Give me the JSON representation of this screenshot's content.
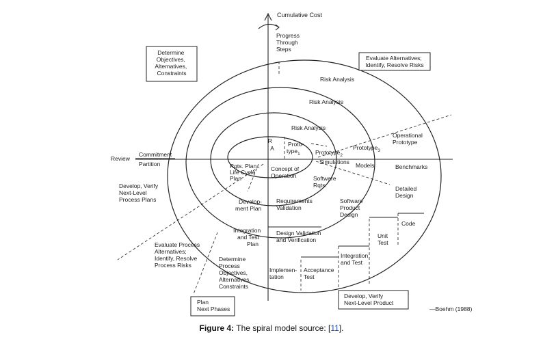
{
  "axis": {
    "vertical_label": "Cumulative Cost",
    "progress_label": [
      "Progress",
      "Through",
      "Steps"
    ],
    "review_label": "Review",
    "commitment_label": "Commitment",
    "partition_label": "Partition"
  },
  "quadrants": {
    "top_left": [
      "Determine",
      "Objectives,",
      "Alternatives,",
      "Constraints"
    ],
    "top_right": [
      "Evaluate Alternatives;",
      "Identify, Resolve Risks"
    ],
    "bottom_left": [
      "Plan",
      "Next Phases"
    ],
    "bottom_right": [
      "Develop, Verify",
      "Next-Level Product"
    ]
  },
  "side_notes": {
    "develop_verify_process": [
      "Develop, Verify",
      "Next-Level",
      "Process Plans"
    ],
    "evaluate_process": [
      "Evaluate Process",
      "Alternatives;",
      "Identify, Resolve",
      "Process Risks"
    ],
    "determine_process": [
      "Determine",
      "Process",
      "Objectives,",
      "Alternatives,",
      "Constraints"
    ]
  },
  "risk_analysis": [
    "Risk Analysis",
    "Risk Analysis",
    "Risk Analysis"
  ],
  "ra": [
    "R",
    "A"
  ],
  "prototypes": {
    "p1": "Proto-",
    "p1b": "type",
    "p1_sub": "1",
    "p2": "Prototype",
    "p2_sub": "2",
    "p3": "Prototype",
    "p3_sub": "3",
    "operational": [
      "Operational",
      "Prototype"
    ]
  },
  "middle_row": {
    "simulations": "Simulations",
    "models": "Models",
    "benchmarks": "Benchmarks"
  },
  "steps": {
    "rqts_plan": [
      "Rqts. Plan",
      "Life Cycle",
      "Plan"
    ],
    "concept": [
      "Concept of",
      "Operation"
    ],
    "software_rqts": [
      "Software",
      "Rqts."
    ],
    "detailed_design": [
      "Detailed",
      "Design"
    ],
    "development_plan": [
      "Develop-",
      "ment Plan"
    ],
    "requirements_validation": [
      "Requirements",
      "Validation"
    ],
    "software_product_design": [
      "Software",
      "Product",
      "Design"
    ],
    "code": "Code",
    "unit_test": [
      "Unit",
      "Test"
    ],
    "integration_test_plan": [
      "Integration",
      "and Test",
      "Plan"
    ],
    "design_validation": [
      "Design Validation",
      "and Verification"
    ],
    "integration_and_test": [
      "Integration",
      "and Test"
    ],
    "implementation": [
      "Implemen-",
      "tation"
    ],
    "acceptance_test": [
      "Acceptance",
      "Test"
    ]
  },
  "credit": "—Boehm (1988)",
  "caption": {
    "label": "Figure 4:",
    "text": "The spiral model source: [",
    "ref": "11",
    "end": "]."
  }
}
